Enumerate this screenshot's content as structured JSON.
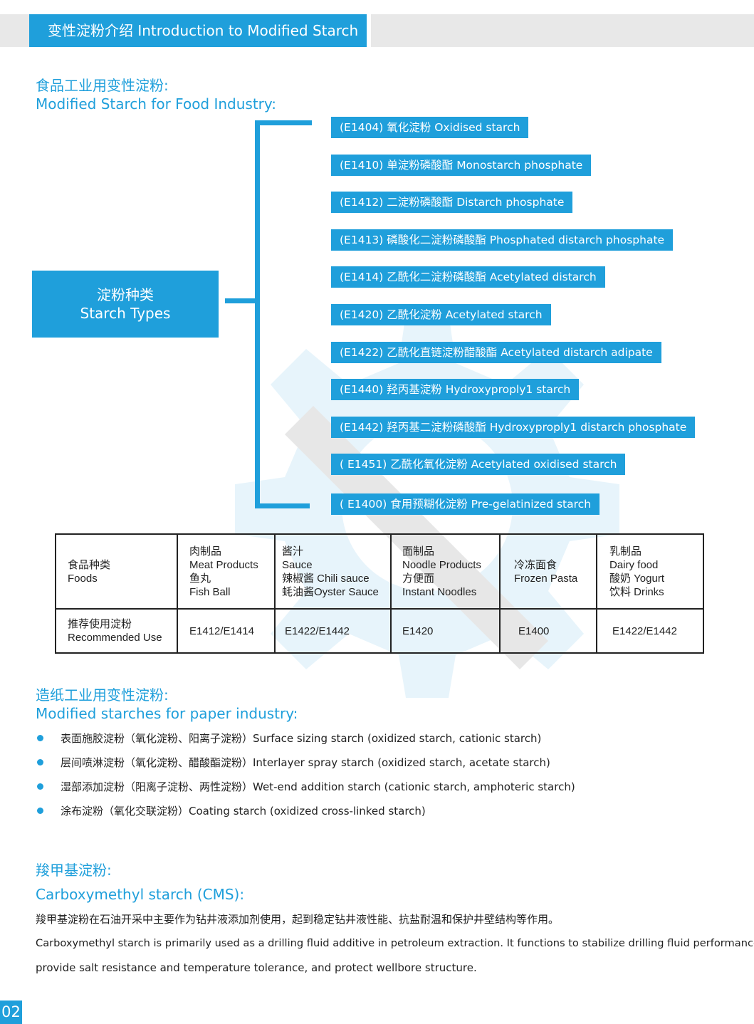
{
  "header": {
    "title": "变性淀粉介绍 Introduction to Modified Starch"
  },
  "food_section": {
    "title_cn": "食品工业用变性淀粉:",
    "title_en": "Modified Starch for Food Industry:",
    "types_box": {
      "cn": "淀粉种类",
      "en": "Starch Types"
    },
    "items": [
      "(E1404) 氧化淀粉 Oxidised starch",
      "(E1410) 单淀粉磷酸酯 Monostarch phosphate",
      "(E1412) 二淀粉磷酸酯 Distarch phosphate",
      "(E1413) 磷酸化二淀粉磷酸酯 Phosphated distarch phosphate",
      "(E1414) 乙酰化二淀粉磷酸酯 Acetylated distarch",
      "(E1420) 乙酰化淀粉 Acetylated starch",
      "(E1422) 乙酰化直链淀粉醋酸酯 Acetylated distarch adipate",
      "(E1440) 羟丙基淀粉 Hydroxyproply1 starch",
      "(E1442) 羟丙基二淀粉磷酸酯 Hydroxyproply1 distarch phosphate",
      "( E1451) 乙酰化氧化淀粉 Acetylated oxidised starch",
      "( E1400) 食用预糊化淀粉 Pre-gelatinized starch"
    ]
  },
  "food_table": {
    "row1": [
      [
        "食品种类",
        "Foods"
      ],
      [
        "肉制品",
        "Meat Products",
        "鱼丸",
        "Fish Ball"
      ],
      [
        "酱汁",
        "Sauce",
        "辣椒酱  Chili sauce",
        "蚝油酱Oyster Sauce"
      ],
      [
        "面制品",
        "Noodle Products",
        "方便面",
        "Instant Noodles"
      ],
      [
        "冷冻面食",
        "Frozen Pasta"
      ],
      [
        "乳制品",
        "Dairy food",
        "酸奶 Yogurt",
        "饮料 Drinks"
      ]
    ],
    "row2": [
      [
        "推荐使用淀粉",
        "Recommended Use"
      ],
      [
        "E1412/E1414"
      ],
      [
        "E1422/E1442"
      ],
      [
        "E1420"
      ],
      [
        "E1400"
      ],
      [
        "E1422/E1442"
      ]
    ]
  },
  "paper_section": {
    "title_cn": "造纸工业用变性淀粉:",
    "title_en": "Modified starches for paper industry:",
    "bullets": [
      "表面施胶淀粉（氧化淀粉、阳离子淀粉）Surface sizing starch (oxidized starch, cationic starch)",
      "层间喷淋淀粉（氧化淀粉、醋酸酯淀粉）Interlayer spray starch (oxidized starch, acetate starch)",
      "湿部添加淀粉（阳离子淀粉、两性淀粉）Wet-end addition starch (cationic starch, amphoteric starch)",
      "涂布淀粉（氧化交联淀粉）Coating starch (oxidized cross-linked starch)"
    ]
  },
  "cms_section": {
    "title_cn": "羧甲基淀粉:",
    "title_en": "Carboxymethyl starch (CMS):",
    "para_cn": "羧甲基淀粉在石油开采中主要作为钻井液添加剂使用，起到稳定钻井液性能、抗盐耐温和保护井壁结构等作用。",
    "para_en_1": "Carboxymethyl starch is primarily used as a drilling fluid additive in petroleum extraction. It functions to stabilize drilling fluid performance,",
    "para_en_2": "provide salt resistance and temperature tolerance, and protect wellbore structure."
  },
  "page_number": "02",
  "colors": {
    "accent": "#1f9fdb",
    "header_band": "#e8e8e8"
  }
}
